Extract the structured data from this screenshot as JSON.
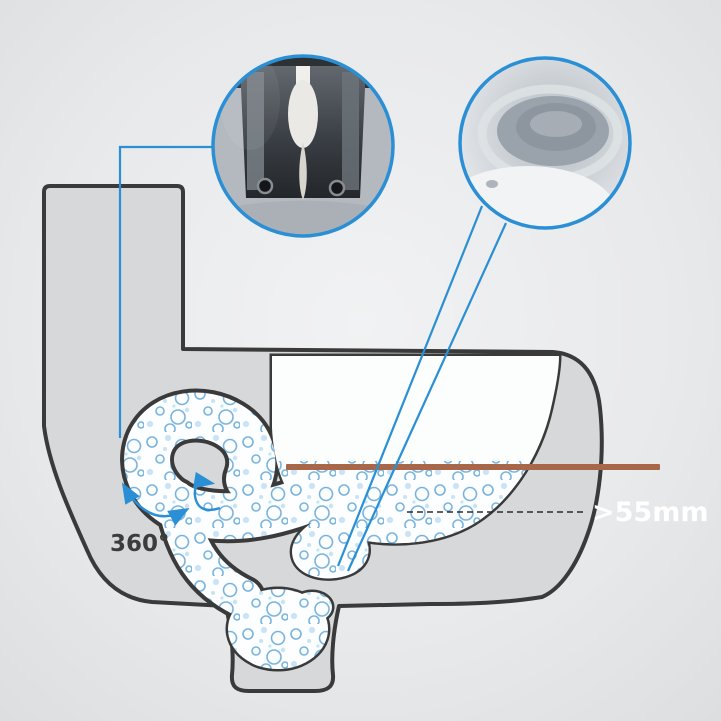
{
  "diagram": {
    "labels": {
      "rotation_angle": "360°",
      "trap_width": ">55mm"
    },
    "colors": {
      "accent_blue": "#2a8fd4",
      "water_line_copper": "#a86748",
      "body_gray": "#d6d8da",
      "outline_dark": "#3a3a3a",
      "background": "#e9eaec"
    },
    "insets": [
      {
        "name": "rim-underside-flush-valve-photo",
        "position": "top-left"
      },
      {
        "name": "glazed-bowl-interior-photo",
        "position": "top-right"
      }
    ]
  }
}
